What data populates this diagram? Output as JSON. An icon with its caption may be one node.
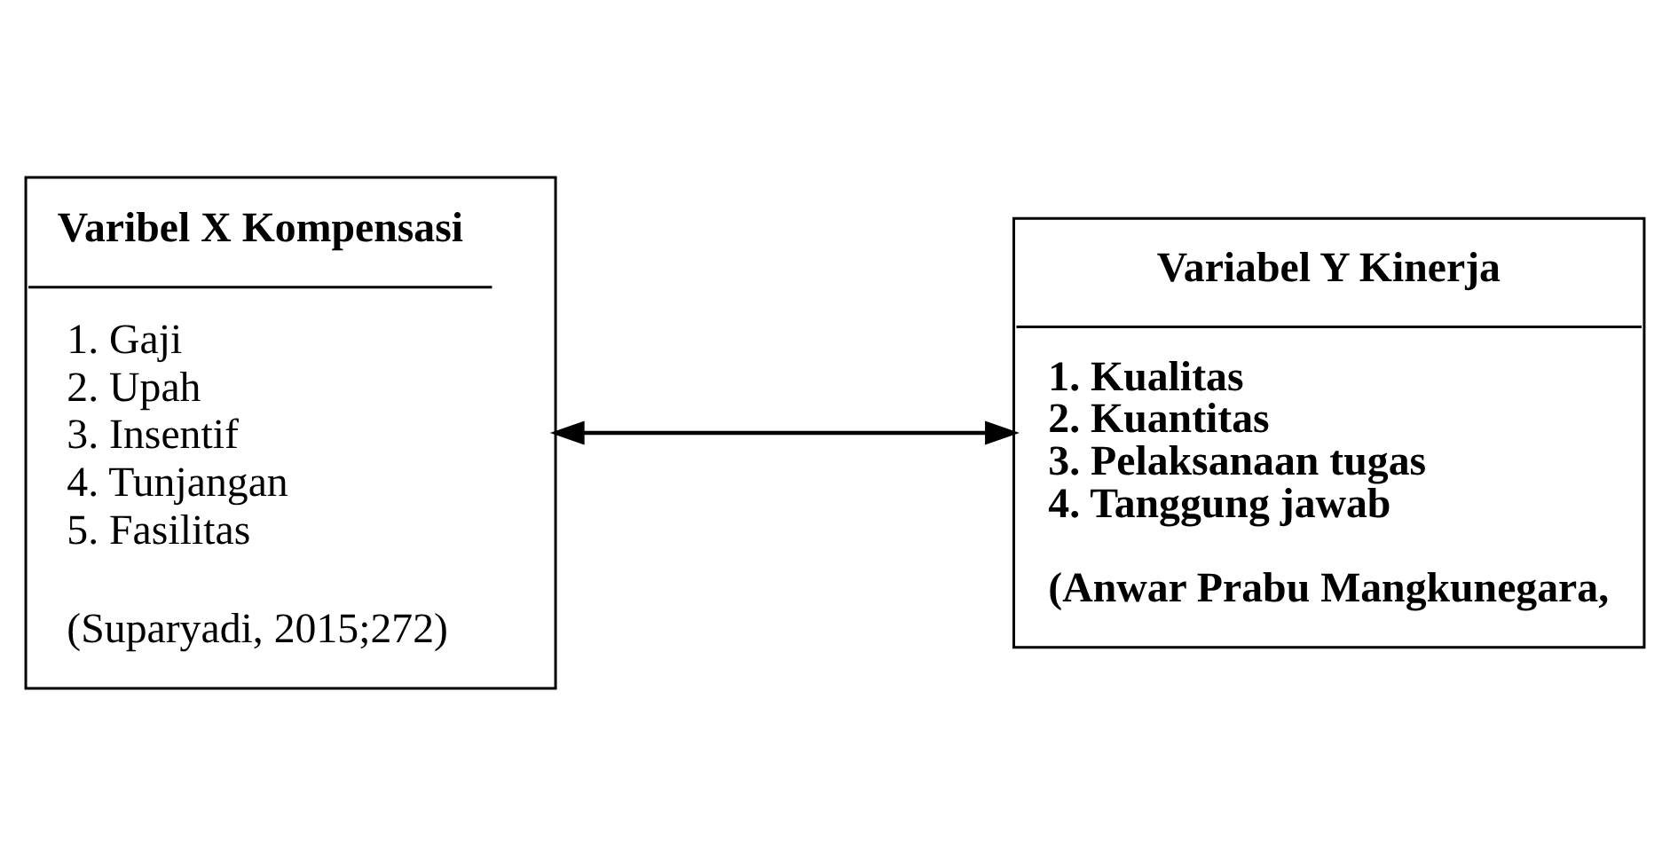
{
  "diagram": {
    "nodes": [
      {
        "text": [
          "Varibel X Kompensasi",
          "1. Gaji",
          "2. Upah",
          "3. Insentif",
          "4. Tunjangan",
          "5. Fasilitas",
          "(Suparyadi, 2015;272)"
        ]
      },
      {
        "text": [
          "Variabel Y Kinerja",
          "1. Kualitas",
          "2. Kuantitas",
          "3. Pelaksanaan tugas",
          "4. Tanggung jawab",
          "(Anwar Prabu Mangkunegara,"
        ]
      }
    ],
    "edges": [
      {
        "from": 0,
        "to": 1,
        "arrow": "both"
      }
    ]
  }
}
